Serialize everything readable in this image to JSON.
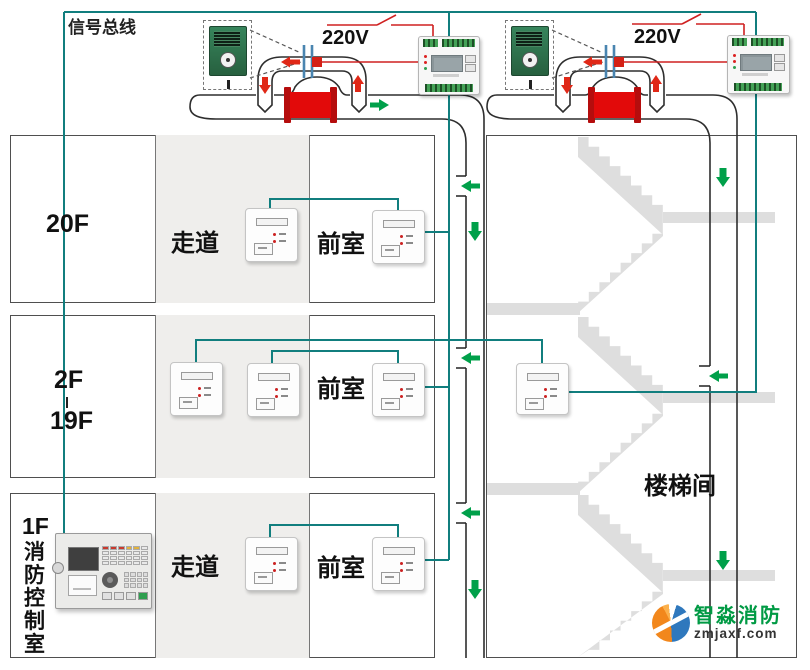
{
  "labels": {
    "signal_bus": "信号总线",
    "voltage": "220V",
    "floor_20": "20F",
    "floor_2": "2F",
    "floor_19": "19F",
    "floor_1": "1F",
    "control_room": "消防控制室",
    "corridor": "走道",
    "anteroom": "前室",
    "stairwell": "楼梯间"
  },
  "watermark": {
    "brand": "智淼消防",
    "site": "zmjaxf.com"
  },
  "colors": {
    "signal_bus_wire": "#117e7e",
    "power_wire": "#cf2020",
    "supply_air_arrow": "#00a04a",
    "exhaust_air_arrow": "#e02817",
    "fan_body": "#e20a0a",
    "damper_blade": "#4a85b0",
    "corridor_fill": "#efeeec",
    "stair_fill": "#dedede"
  },
  "icons": {
    "logo": "zhimiao-fire-logo",
    "pressure_sensor": "wall-pressure-sensor",
    "din_controller": "din-rail-controller",
    "damper_actuator": "damper-actuator",
    "fan": "pressurization-fan",
    "fire_panel": "fire-alarm-control-panel"
  }
}
